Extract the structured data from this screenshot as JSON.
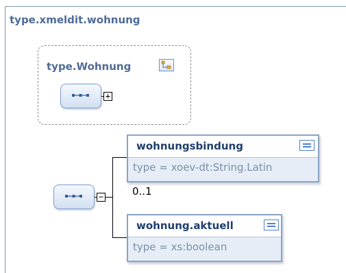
{
  "complex_type": {
    "name": "type.xmeldit.wohnung"
  },
  "base_reference": {
    "name": "type.Wohnung",
    "icon": "type-reference-icon",
    "expander": "+"
  },
  "sequence": {
    "icon": "sequence-icon",
    "collapser": "−"
  },
  "elements": [
    {
      "name": "wohnungsbindung",
      "type_text": "type = xoev-dt:String.Latin",
      "occurrence": "0..1",
      "icon": "documentation-icon"
    },
    {
      "name": "wohnung.aktuell",
      "type_text": "type = xs:boolean",
      "occurrence": "",
      "icon": "documentation-icon"
    }
  ]
}
